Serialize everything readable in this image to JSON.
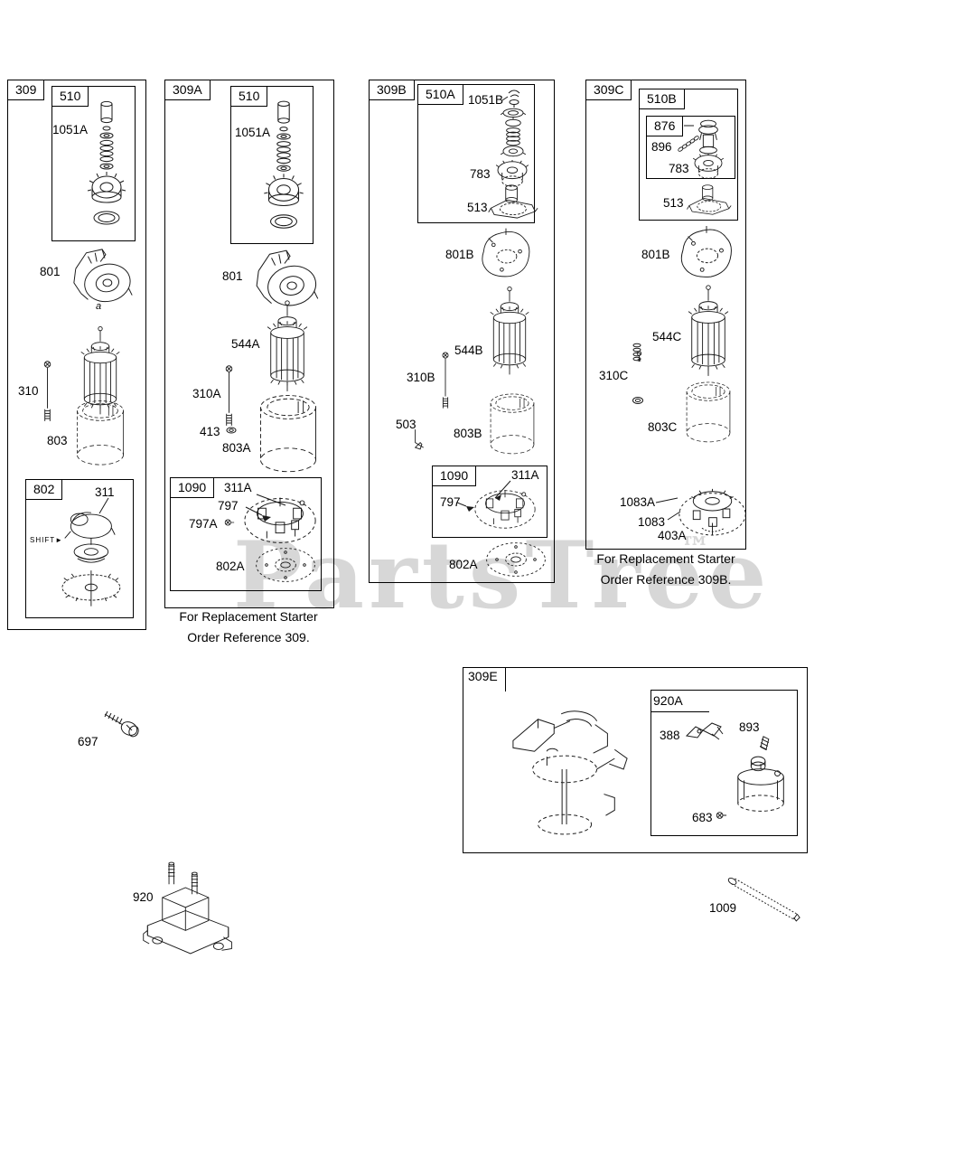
{
  "watermark": {
    "text": "PartsTree",
    "tm": "™",
    "color": "#d7d7d7"
  },
  "panels": {
    "p309": {
      "tab": "309",
      "box510": {
        "tab": "510",
        "l1051a": "1051A"
      },
      "l801": "801",
      "la": "a",
      "l310": "310",
      "l803": "803",
      "box802": {
        "tab": "802",
        "l311": "311",
        "shift": "SHIFT",
        "shift_arrow": "►"
      }
    },
    "p309a": {
      "tab": "309A",
      "box510": {
        "tab": "510",
        "l1051a": "1051A"
      },
      "l801": "801",
      "l544a": "544A",
      "l310a": "310A",
      "l413": "413",
      "l803a": "803A",
      "box1090": {
        "tab": "1090",
        "l311a": "311A",
        "l797": "797",
        "l797a": "797A",
        "l802a": "802A"
      },
      "fn1": "For Replacement Starter",
      "fn2": "Order Reference 309."
    },
    "p309b": {
      "tab": "309B",
      "box510a": {
        "tab": "510A",
        "l1051b": "1051B",
        "l783": "783",
        "l513": "513"
      },
      "l801b": "801B",
      "l544b": "544B",
      "l310b": "310B",
      "l503": "503",
      "l803b": "803B",
      "box1090": {
        "tab": "1090",
        "l311a": "311A",
        "l797": "797"
      },
      "l802a": "802A"
    },
    "p309c": {
      "tab": "309C",
      "box510b": {
        "tab": "510B",
        "box876": {
          "tab": "876"
        },
        "l896": "896",
        "l783": "783",
        "l513": "513"
      },
      "l801b": "801B",
      "l544c": "544C",
      "l310c": "310C",
      "l803c": "803C",
      "l1083a": "1083A",
      "l1083": "1083",
      "l403a": "403A",
      "fn1": "For Replacement Starter",
      "fn2": "Order Reference 309B."
    },
    "p309e": {
      "tab": "309E",
      "box920a": {
        "tab": "920A",
        "l388": "388",
        "l893": "893",
        "l683": "683"
      }
    }
  },
  "loose": {
    "l697": "697",
    "l920": "920",
    "l1009": "1009"
  }
}
